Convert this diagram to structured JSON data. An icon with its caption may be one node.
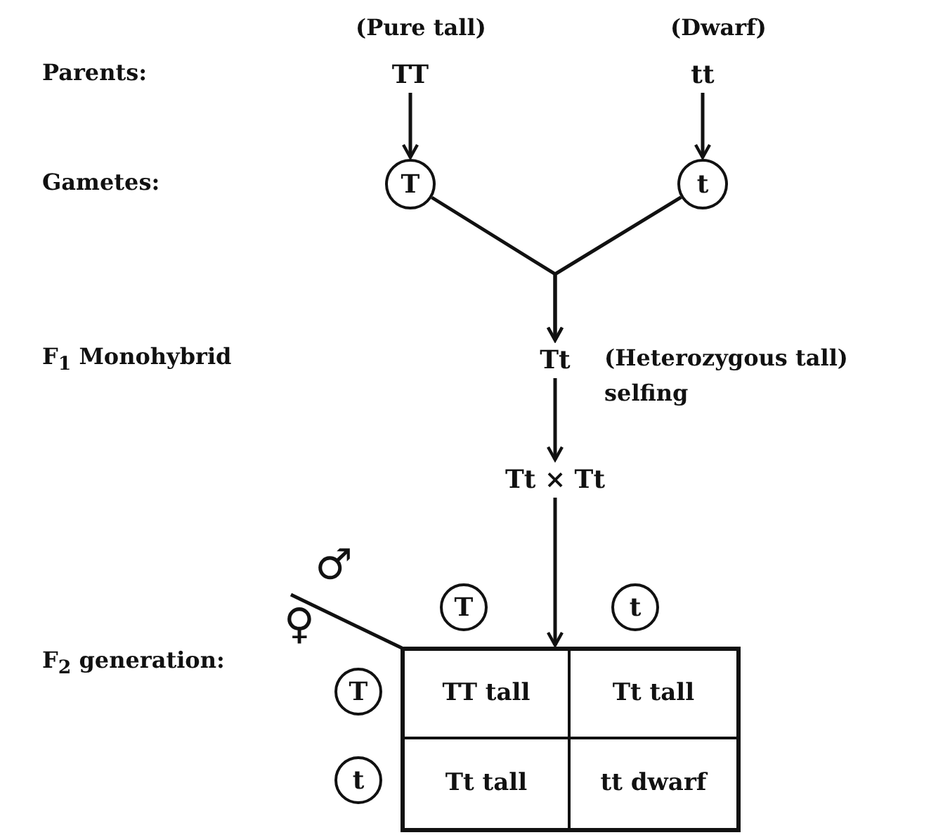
{
  "diagram": {
    "nodes": [
      {
        "text": [
          "TT"
        ],
        "beside": [
          "(Pure tall)"
        ]
      },
      {
        "text": [
          "tt"
        ],
        "beside": [
          "(Dwarf)"
        ]
      },
      {
        "text": [
          "T"
        ]
      },
      {
        "text": [
          "t"
        ]
      },
      {
        "text": [
          "Tt"
        ],
        "beside": [
          "(Heterozygous tall)"
        ]
      },
      {
        "text": [
          "Tt × Tt"
        ]
      },
      {
        "text": [],
        "shape": "box"
      },
      {
        "text": [
          "T"
        ]
      },
      {
        "text": [
          "t"
        ]
      },
      {
        "text": [
          "T"
        ]
      },
      {
        "text": [
          "t"
        ]
      },
      {
        "text": [
          "TT tall"
        ],
        "in": 6
      },
      {
        "text": [
          "Tt tall"
        ],
        "in": 6
      },
      {
        "text": [
          "Tt tall"
        ],
        "in": 6
      },
      {
        "text": [
          "tt dwarf"
        ],
        "in": 6
      }
    ],
    "edges": [
      {
        "from": 0,
        "to": 2,
        "arrow": "to"
      },
      {
        "from": 1,
        "to": 3,
        "arrow": "to"
      },
      {
        "from": 2,
        "to": 4,
        "arrow": "to"
      },
      {
        "from": 3,
        "to": 4,
        "arrow": "to"
      },
      {
        "from": 4,
        "to": 5,
        "arrow": "to",
        "label": "selfing"
      },
      {
        "from": 5,
        "to": 6,
        "arrow": "to"
      }
    ],
    "labels": [
      "Parents:",
      "Gametes:",
      "F$_{1}$ Monohybrid",
      "F$_{2}$ generation:",
      "♂",
      "♀"
    ]
  }
}
